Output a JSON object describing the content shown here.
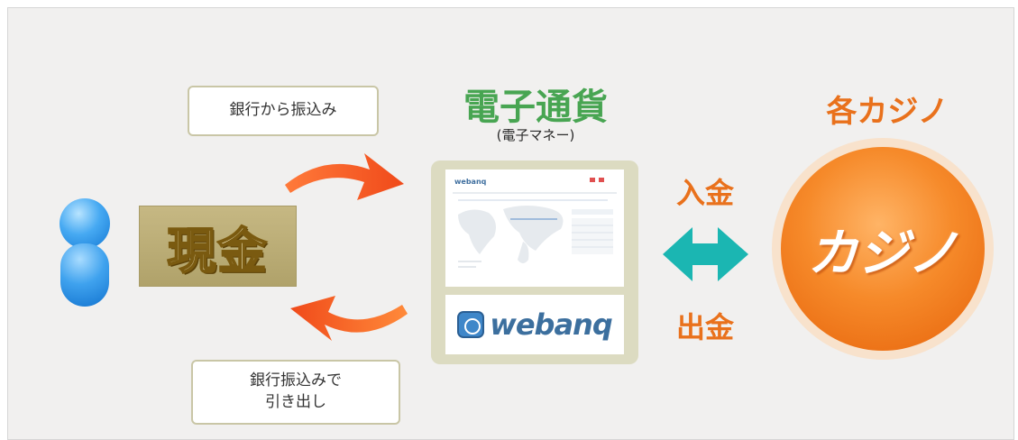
{
  "person": {
    "icon": "person-icon",
    "color": "#2f93e4"
  },
  "cash": {
    "label": "現金"
  },
  "labels": {
    "bank_transfer_in": "銀行から振込み",
    "bank_transfer_out": "銀行振込みで\n 引き出し"
  },
  "e_currency": {
    "title": "電子通貨",
    "subtitle": "(電子マネー)",
    "screenshot_brand": "webanq",
    "logo_text": "webanq",
    "title_color": "#48a552"
  },
  "flow": {
    "deposit": "入金",
    "withdrawal": "出金",
    "arrow_color": "#f15a22",
    "double_arrow_color": "#1bb6b2"
  },
  "casino": {
    "heading": "各カジノ",
    "circle_label": "カジノ",
    "accent_color": "#e9711c"
  }
}
